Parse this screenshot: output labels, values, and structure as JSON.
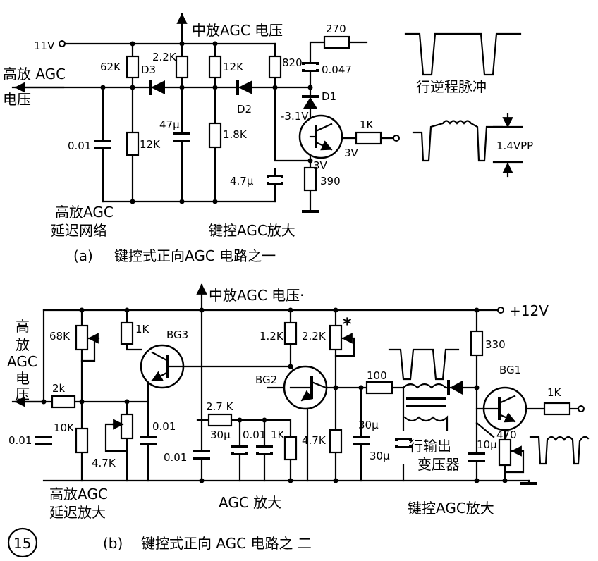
{
  "diagram_a": {
    "label_11v": "11V",
    "label_if_agc": "中放AGC 电压",
    "label_270": "270",
    "label_62k": "62K",
    "label_d3": "D3",
    "label_22k": "2.2K",
    "label_12k_top": "12K",
    "label_820": "820",
    "label_0047": "0.047",
    "label_rf_agc_1": "高放 AGC",
    "label_rf_agc_2": "电压",
    "label_d2": "D2",
    "label_d1": "D1",
    "label_m31v": "-3.1V",
    "label_47u_top": "47μ",
    "label_001": "0.01",
    "label_12k_bot": "12K",
    "label_18k": "1.8K",
    "label_1k": "1K",
    "label_3v_c": "3V",
    "label_3v_e": "3V",
    "label_47u_bot": "4.7μ",
    "label_390": "390",
    "label_delay_1": "高放AGC",
    "label_delay_2": "延迟网络",
    "label_keyed_amp": "键控AGC放大",
    "label_pulse": "行逆程脉冲",
    "label_14vpp": "1.4VPP",
    "caption_tag": "(a)",
    "caption": "键控式正向AGC 电路之一"
  },
  "diagram_b": {
    "label_if_agc": "中放AGC 电压·",
    "label_12v": "+12V",
    "label_rf_1": "高",
    "label_rf_2": "放",
    "label_rf_3": "AGC",
    "label_rf_4": "电",
    "label_rf_5": "压",
    "label_68k": "68K",
    "label_1k_a": "1K",
    "label_bg3": "BG3",
    "label_12k": "1.2K",
    "label_22k": "2.2K",
    "label_star": "*",
    "label_330": "330",
    "label_bg1": "BG1",
    "label_bg2": "BG2",
    "label_2k": "2k",
    "label_10k": "10K",
    "label_47k_a": "4.7K",
    "label_001_a": "0.01",
    "label_001_b": "0.01",
    "label_001_c": "0.01",
    "label_001_d": "0.01",
    "label_27k": "2.7 K",
    "label_30u_a": "30μ",
    "label_1k_b": "1K",
    "label_47k_b": "4.7K",
    "label_100": "100",
    "label_30u_b": "30μ",
    "label_30u_c": "30μ",
    "label_10u": "10μ",
    "label_470": "470",
    "label_1k_c": "1K",
    "label_trans_1": "行输出",
    "label_trans_2": "变压器",
    "label_delay_1": "高放AGC",
    "label_delay_2": "延迟放大",
    "label_agc_amp": "AGC 放大",
    "label_keyed_amp": "键控AGC放大",
    "figure_number": "15",
    "caption_tag": "(b)",
    "caption": "键控式正向 AGC 电路之 二"
  }
}
